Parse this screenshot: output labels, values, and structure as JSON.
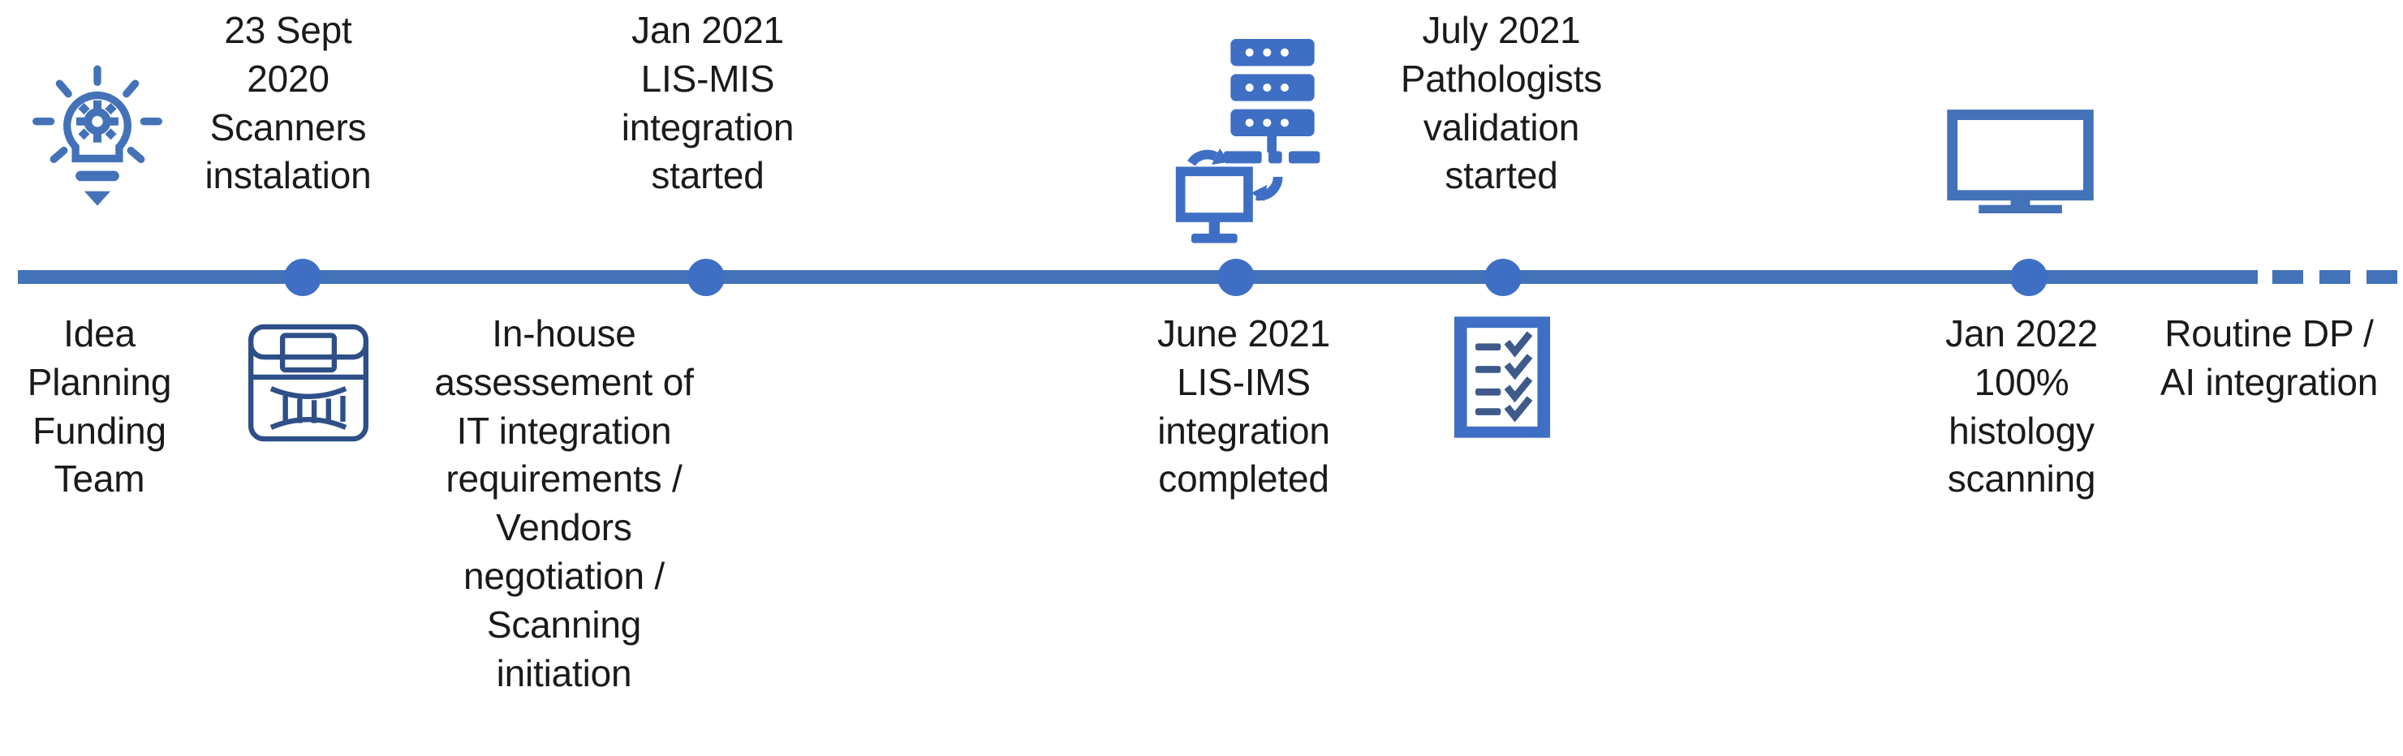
{
  "colors": {
    "accent": "#4472b8",
    "dot": "#3f6fc4",
    "icon_blue": "#4472b8",
    "icon_navy": "#2e4f87",
    "text": "#1a1a1a",
    "background": "#ffffff"
  },
  "timeline": {
    "axis_dash_count": 3,
    "milestones": [
      {
        "id": "scanners-installation",
        "position": "above",
        "date": "23 Sept\n2020",
        "label": "Scanners\ninstalation",
        "text": "23 Sept\n2020\nScanners\ninstalation",
        "icon": "lightbulb-gear-icon"
      },
      {
        "id": "idea-planning",
        "position": "below",
        "date": "",
        "label": "Idea\nPlanning\nFunding\nTeam",
        "text": "Idea\nPlanning\nFunding\nTeam",
        "icon": "scanner-icon"
      },
      {
        "id": "lis-mis-integration-started",
        "position": "above",
        "date": "Jan 2021",
        "label": "LIS-MIS\nintegration\nstarted",
        "text": "Jan 2021\nLIS-MIS\nintegration\nstarted",
        "icon": ""
      },
      {
        "id": "in-house-assessment",
        "position": "below",
        "date": "",
        "label": "In-house\nassessement of\nIT integration\nrequirements /\nVendors\nnegotiation /\nScanning\ninitiation",
        "text": "In-house\nassessement of\nIT integration\nrequirements /\nVendors\nnegotiation /\nScanning\ninitiation",
        "icon": ""
      },
      {
        "id": "lis-ims-integration-completed",
        "position": "below",
        "date": "June 2021",
        "label": "LIS-IMS\nintegration\ncompleted",
        "text": "June 2021\nLIS-IMS\nintegration\ncompleted",
        "icon": "server-sync-icon"
      },
      {
        "id": "pathologists-validation-started",
        "position": "above",
        "date": "July 2021",
        "label": "Pathologists\nvalidation\nstarted",
        "text": "July 2021\nPathologists\nvalidation\nstarted",
        "icon": "checklist-icon"
      },
      {
        "id": "histology-scanning",
        "position": "below",
        "date": "Jan 2022",
        "label": "100%\nhistology\nscanning",
        "text": "Jan 2022\n100%\nhistology\nscanning",
        "icon": "monitor-icon"
      },
      {
        "id": "routine-dp-ai-integration",
        "position": "below",
        "date": "",
        "label": "Routine DP /\nAI integration",
        "text": "Routine DP /\nAI integration",
        "icon": ""
      }
    ]
  },
  "icons": {
    "lightbulb_gear": "lightbulb-gear-icon",
    "scanner": "scanner-icon",
    "server_sync": "server-sync-icon",
    "checklist": "checklist-icon",
    "monitor": "monitor-icon"
  }
}
